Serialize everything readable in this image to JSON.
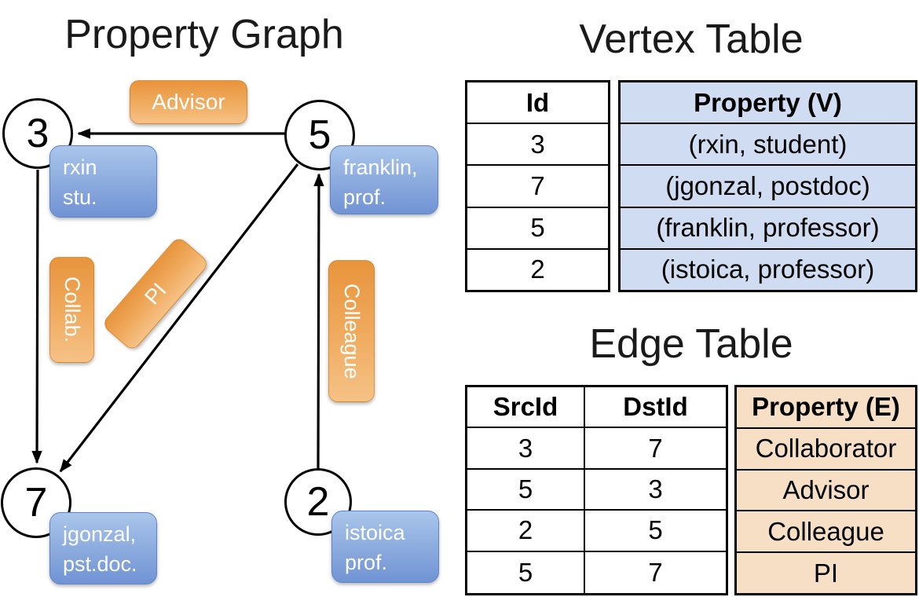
{
  "graph": {
    "title": "Property Graph",
    "vertices": [
      {
        "id": "3",
        "line1": "rxin",
        "line2": "stu."
      },
      {
        "id": "5",
        "line1": "franklin,",
        "line2": "prof."
      },
      {
        "id": "7",
        "line1": "jgonzal,",
        "line2": "pst.doc."
      },
      {
        "id": "2",
        "line1": "istoica",
        "line2": "prof."
      }
    ],
    "edge_labels": {
      "advisor": "Advisor",
      "collab": "Collab.",
      "pi": "PI",
      "colleague": "Colleague"
    },
    "edges": [
      {
        "from": "5",
        "to": "3",
        "label": "Advisor"
      },
      {
        "from": "3",
        "to": "7",
        "label": "Collab."
      },
      {
        "from": "5",
        "to": "7",
        "label": "PI"
      },
      {
        "from": "2",
        "to": "5",
        "label": "Colleague"
      }
    ]
  },
  "vertex_table": {
    "title": "Vertex Table",
    "headers": {
      "id": "Id",
      "property": "Property (V)"
    },
    "rows": [
      {
        "id": "3",
        "property": "(rxin, student)"
      },
      {
        "id": "7",
        "property": "(jgonzal, postdoc)"
      },
      {
        "id": "5",
        "property": "(franklin, professor)"
      },
      {
        "id": "2",
        "property": "(istoica, professor)"
      }
    ]
  },
  "edge_table": {
    "title": "Edge Table",
    "headers": {
      "src": "SrcId",
      "dst": "DstId",
      "property": "Property (E)"
    },
    "rows": [
      {
        "src": "3",
        "dst": "7",
        "property": "Collaborator"
      },
      {
        "src": "5",
        "dst": "3",
        "property": "Advisor"
      },
      {
        "src": "2",
        "dst": "5",
        "property": "Colleague"
      },
      {
        "src": "5",
        "dst": "7",
        "property": "PI"
      }
    ]
  },
  "colors": {
    "edge_label_orange_top": "#e8943c",
    "edge_label_orange_bottom": "#f6c287",
    "vertex_box_blue_top": "#aac6ec",
    "vertex_box_blue_bottom": "#7093d4",
    "vertex_property_fill": "#d0dcf2",
    "edge_property_fill": "#f6dfc4",
    "line_color": "#000000",
    "text_on_boxes": "#ffffff"
  }
}
